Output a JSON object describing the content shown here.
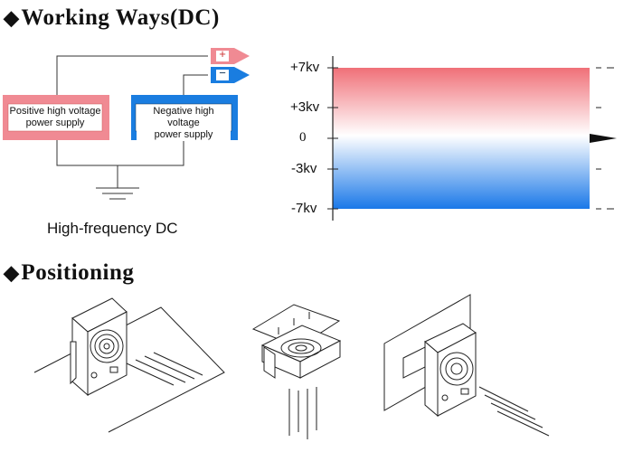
{
  "sections": {
    "working_ways_title": "Working Ways(DC)",
    "positioning_title": "Positioning",
    "bullet": "◆"
  },
  "circuit": {
    "positive_supply_label_line1": "Positive high voltage",
    "positive_supply_label_line2": "power supply",
    "negative_supply_label_line1": "Negative high voltage",
    "negative_supply_label_line2": "power supply",
    "plus_symbol": "+",
    "minus_symbol": "−",
    "caption": "High-frequency DC",
    "colors": {
      "positive": "#f08a93",
      "negative": "#1a7de0"
    }
  },
  "voltage_scale": {
    "levels": [
      "+7kv",
      "+3kv",
      "0",
      "-3kv",
      "-7kv"
    ],
    "colors": {
      "top": "#f07078",
      "middle": "#ffffff",
      "bottom": "#1a78e8"
    }
  },
  "positioning": {
    "icons": [
      "desktop-placement-icon",
      "overhead-mount-icon",
      "wall-mount-icon"
    ]
  }
}
